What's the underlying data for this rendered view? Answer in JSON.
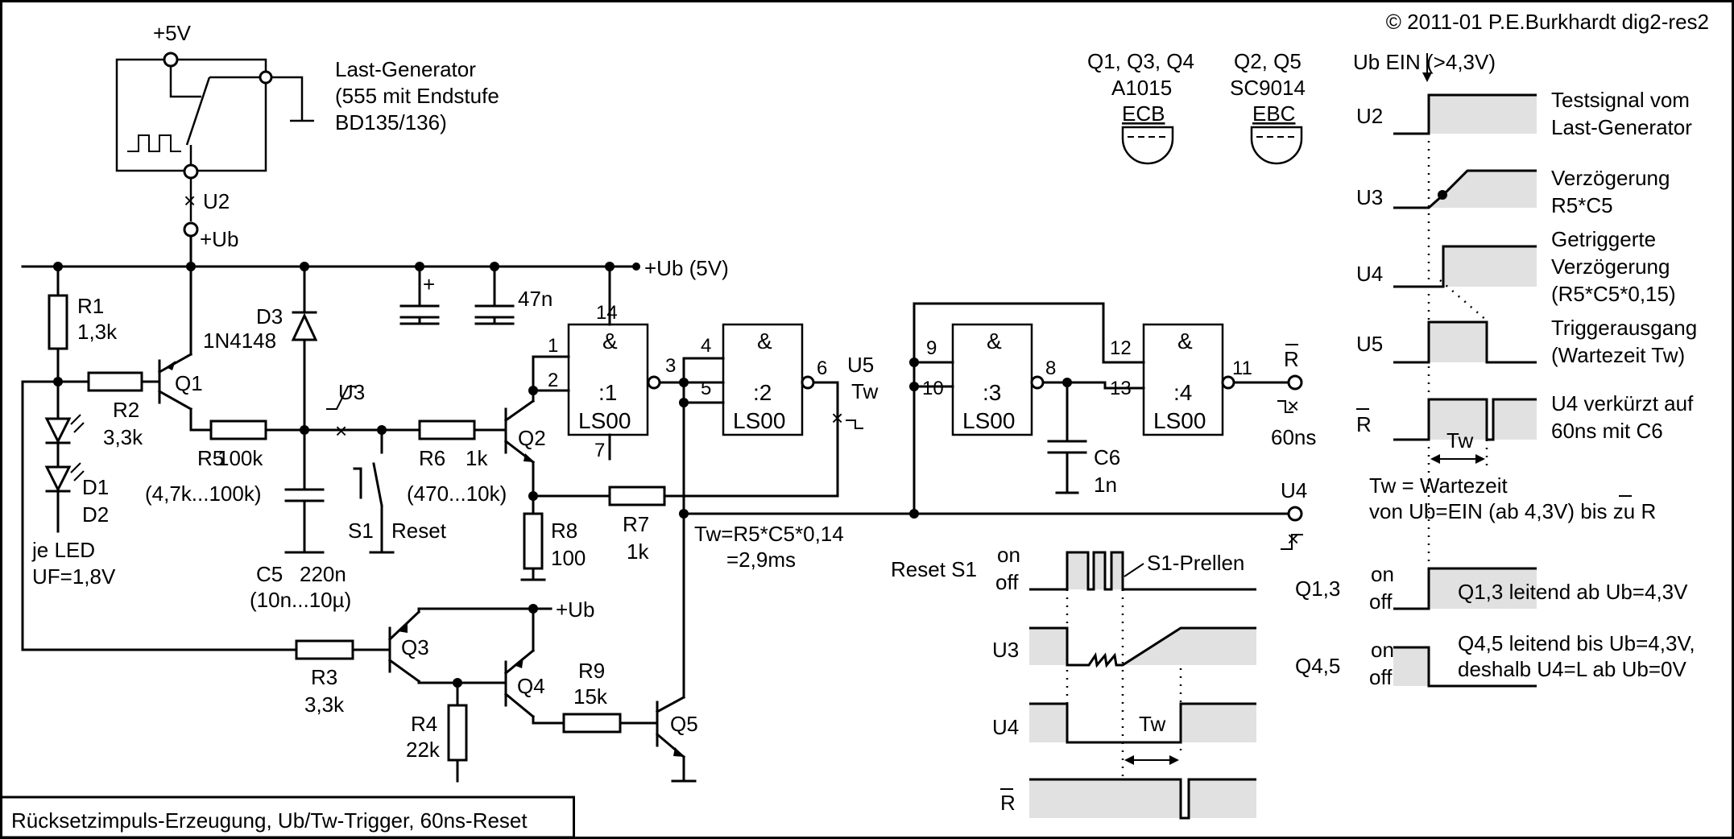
{
  "copyright": "© 2011-01 P.E.Burkhardt dig2-res2",
  "caption": "Rücksetzimpuls-Erzeugung, Ub/Tw-Trigger, 60ns-Reset",
  "supply": {
    "plus5v": "+5V",
    "ub_rail": "+Ub (5V)",
    "ub": "+Ub",
    "ub2": "+Ub"
  },
  "load_generator": {
    "title": "Last-Generator",
    "line2": "(555 mit Endstufe",
    "line3": "BD135/136)",
    "node": "U2"
  },
  "components": {
    "R1": "R1",
    "R1_val": "1,3k",
    "R2": "R2",
    "R2_val": "3,3k",
    "R3": "R3",
    "R3_val": "3,3k",
    "R4": "R4",
    "R4_val": "22k",
    "R5": "R5",
    "R5_val": "100k",
    "R5_range": "(4,7k...100k)",
    "R6": "R6",
    "R6_val": "1k",
    "R6_range": "(470...10k)",
    "R7": "R7",
    "R7_val": "1k",
    "R8": "R8",
    "R8_val": "100",
    "R9": "R9",
    "R9_val": "15k",
    "D3": "D3",
    "D3_val": "1N4148",
    "D1": "D1",
    "D2": "D2",
    "led_note": "je LED",
    "led_uf": "UF=1,8V",
    "C5": "C5",
    "C5_val": "220n",
    "C5_range": "(10n...10µ)",
    "C6": "C6",
    "C6_val": "1n",
    "C_47n": "47n",
    "Q1": "Q1",
    "Q2": "Q2",
    "Q3": "Q3",
    "Q4": "Q4",
    "Q5": "Q5",
    "S1": "S1",
    "S1_label": "Reset",
    "U3": "U3",
    "U5": "U5",
    "U5_tw": "Tw",
    "U4": "U4",
    "Rbar": "R",
    "r_60ns": "60ns",
    "tw_formula": "Tw=R5*C5*0,14",
    "tw_value": "=2,9ms"
  },
  "gates": [
    {
      "sym": "&",
      "name": ":1",
      "type": "LS00",
      "pins": [
        "1",
        "2",
        "3",
        "14",
        "7"
      ]
    },
    {
      "sym": "&",
      "name": ":2",
      "type": "LS00",
      "pins": [
        "4",
        "5",
        "6"
      ]
    },
    {
      "sym": "&",
      "name": ":3",
      "type": "LS00",
      "pins": [
        "9",
        "10",
        "8"
      ]
    },
    {
      "sym": "&",
      "name": ":4",
      "type": "LS00",
      "pins": [
        "12",
        "13",
        "11"
      ]
    }
  ],
  "transistor_types": {
    "group1": "Q1, Q3, Q4",
    "group1_type": "A1015",
    "group1_pins": "ECB",
    "group2": "Q2, Q5",
    "group2_type": "SC9014",
    "group2_pins": "EBC"
  },
  "timing_right": {
    "header": "Ub EIN (>4,3V)",
    "rows": [
      {
        "name": "U2",
        "desc1": "Testsignal vom",
        "desc2": "Last-Generator"
      },
      {
        "name": "U3",
        "desc1": "Verzögerung",
        "desc2": "R5*C5"
      },
      {
        "name": "U4",
        "desc1": "Getriggerte",
        "desc2": "Verzögerung",
        "desc3": "(R5*C5*0,15)"
      },
      {
        "name": "U5",
        "desc1": "Triggerausgang",
        "desc2": "(Wartezeit Tw)"
      },
      {
        "name": "R",
        "desc1": "U4 verkürzt auf",
        "desc2": "60ns mit C6"
      }
    ],
    "tw_label": "Tw",
    "tw_note1": "Tw = Wartezeit",
    "tw_note2": "von Ub=EIN (ab 4,3V) bis zu R",
    "q13_name": "Q1,3",
    "q13_desc": "Q1,3 leitend ab Ub=4,3V",
    "q45_name": "Q4,5",
    "q45_desc1": "Q4,5 leitend bis Ub=4,3V,",
    "q45_desc2": "deshalb U4=L ab Ub=0V",
    "on": "on",
    "off": "off"
  },
  "timing_reset": {
    "title": "Reset S1",
    "on": "on",
    "off": "off",
    "bounce": "S1-Prellen",
    "rows": [
      "U3",
      "U4",
      "R"
    ],
    "tw_label": "Tw"
  }
}
